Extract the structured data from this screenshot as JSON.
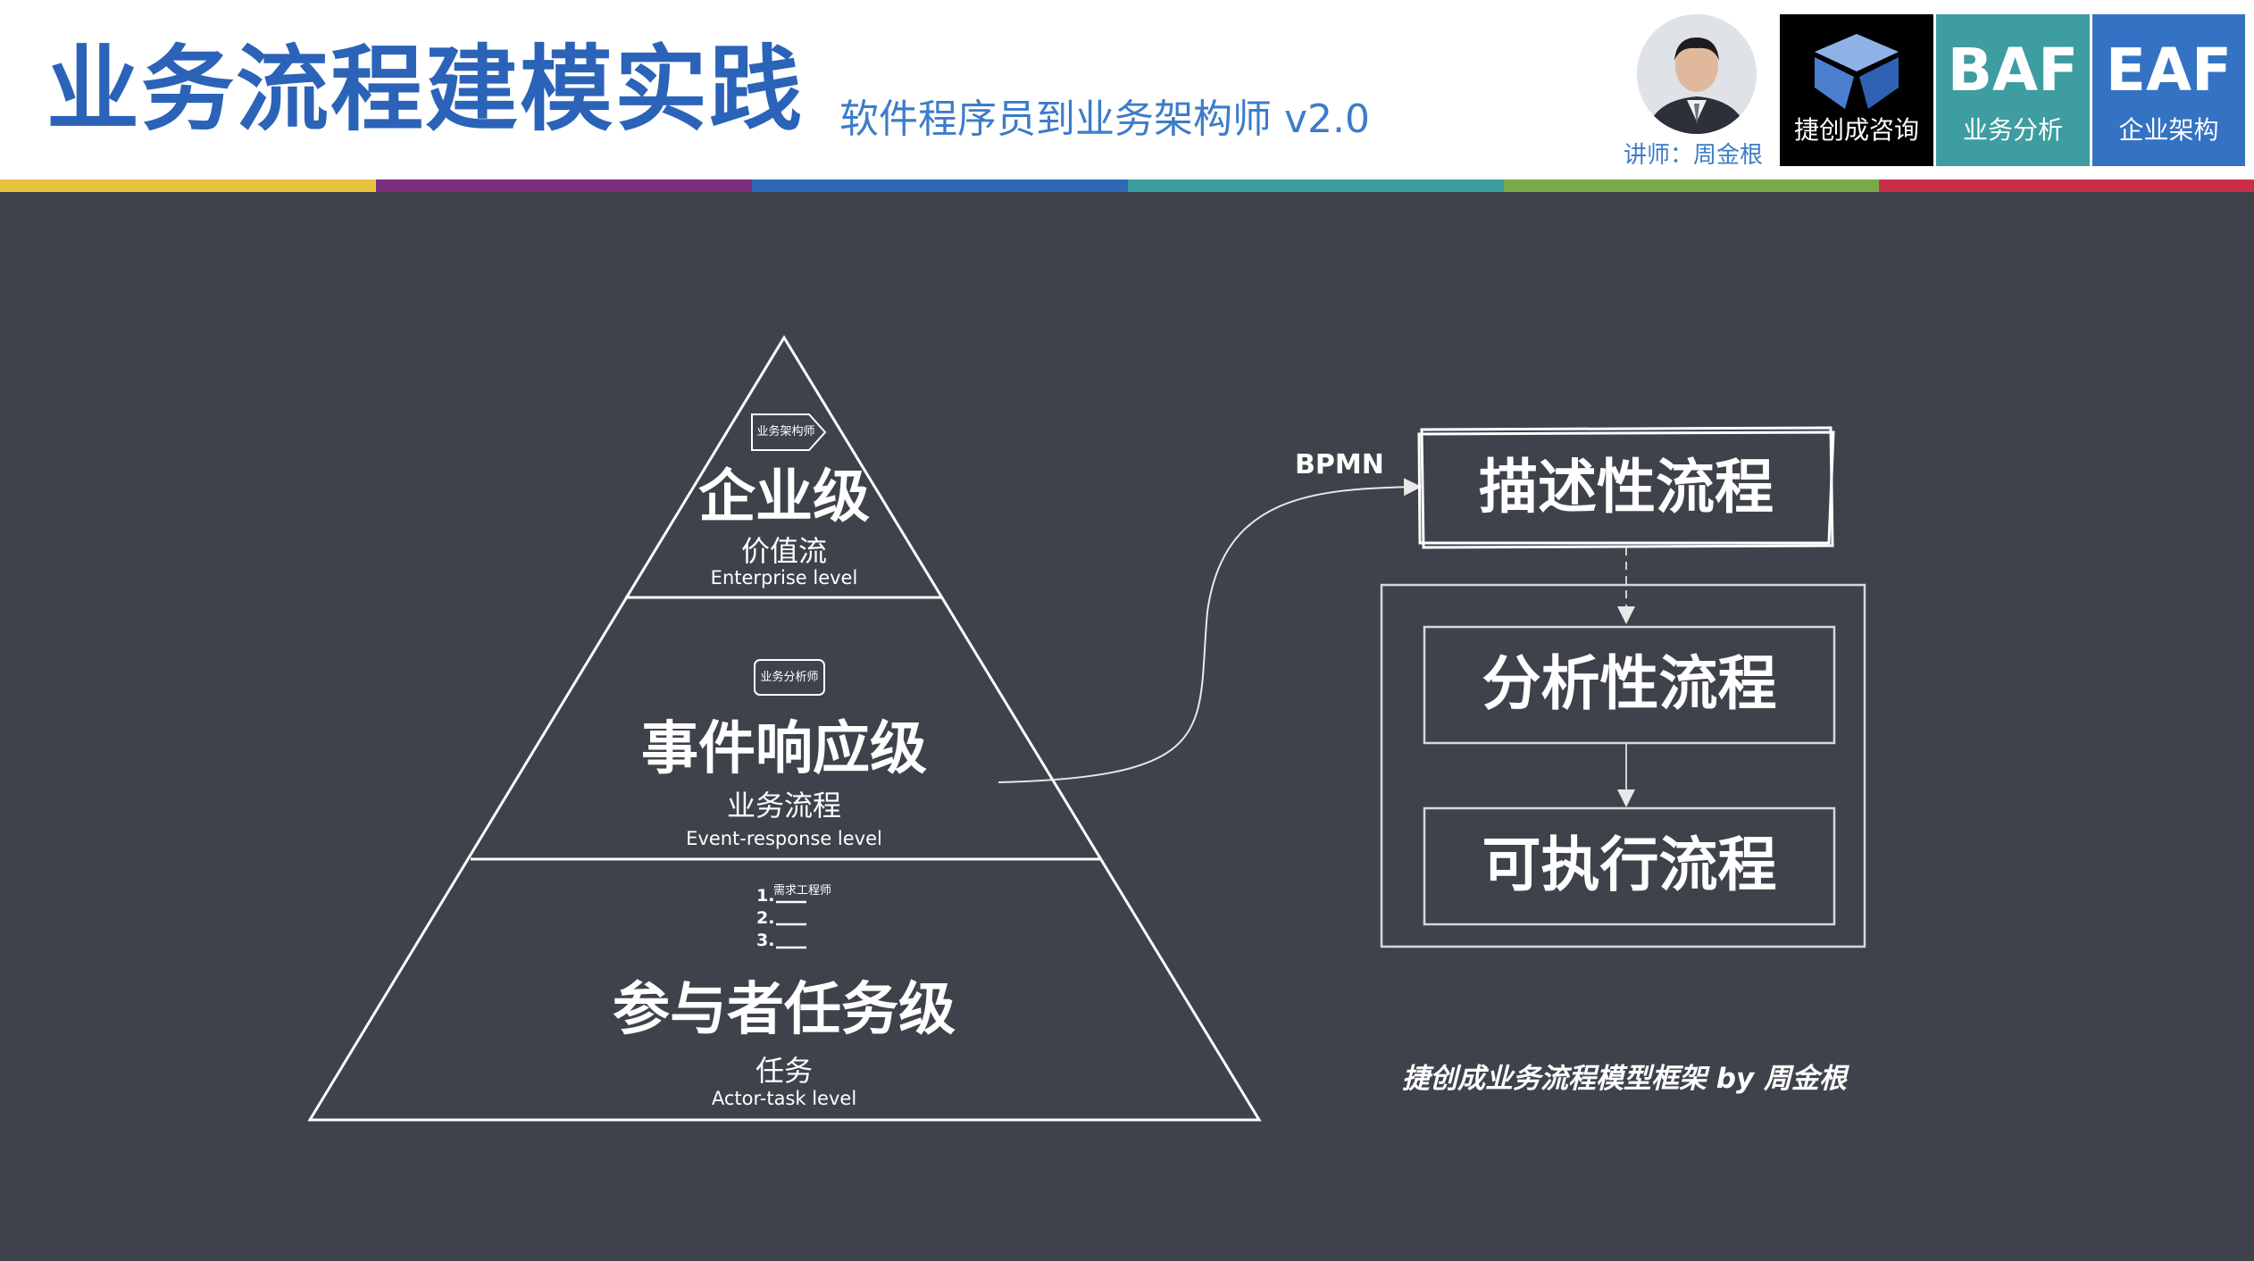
{
  "header": {
    "title": "业务流程建模实践",
    "subtitle": "软件程序员到业务架构师 v2.0",
    "lecturer": "讲师：周金根",
    "logos": [
      {
        "big": "",
        "small": "捷创成咨询",
        "bg": "#000000"
      },
      {
        "big": "BAF",
        "small": "业务分析",
        "bg": "#3d9da0"
      },
      {
        "big": "EAF",
        "small": "企业架构",
        "bg": "#3473c4"
      }
    ],
    "stripe_colors": [
      "#e8c33f",
      "#7b2d7f",
      "#2e68b6",
      "#3d9da0",
      "#7aa948",
      "#cc2e4a"
    ]
  },
  "pyramid": {
    "levels": [
      {
        "name": "企业级",
        "sub": "价值流",
        "en": "Enterprise level",
        "tag": "业务架构师"
      },
      {
        "name": "事件响应级",
        "sub": "业务流程",
        "en": "Event-response level",
        "tag": "业务分析师"
      },
      {
        "name": "参与者任务级",
        "sub": "任务",
        "en": "Actor-task level",
        "tag": "需求工程师",
        "list": [
          "1.",
          "2.",
          "3."
        ]
      }
    ]
  },
  "flow": {
    "connector_label": "BPMN",
    "boxes": [
      "描述性流程",
      "分析性流程",
      "可执行流程"
    ]
  },
  "footnote": "捷创成业务流程模型框架 by 周金根",
  "colors": {
    "background": "#3e434b",
    "title": "#2b63b8",
    "accent": "#3d7cc9"
  }
}
